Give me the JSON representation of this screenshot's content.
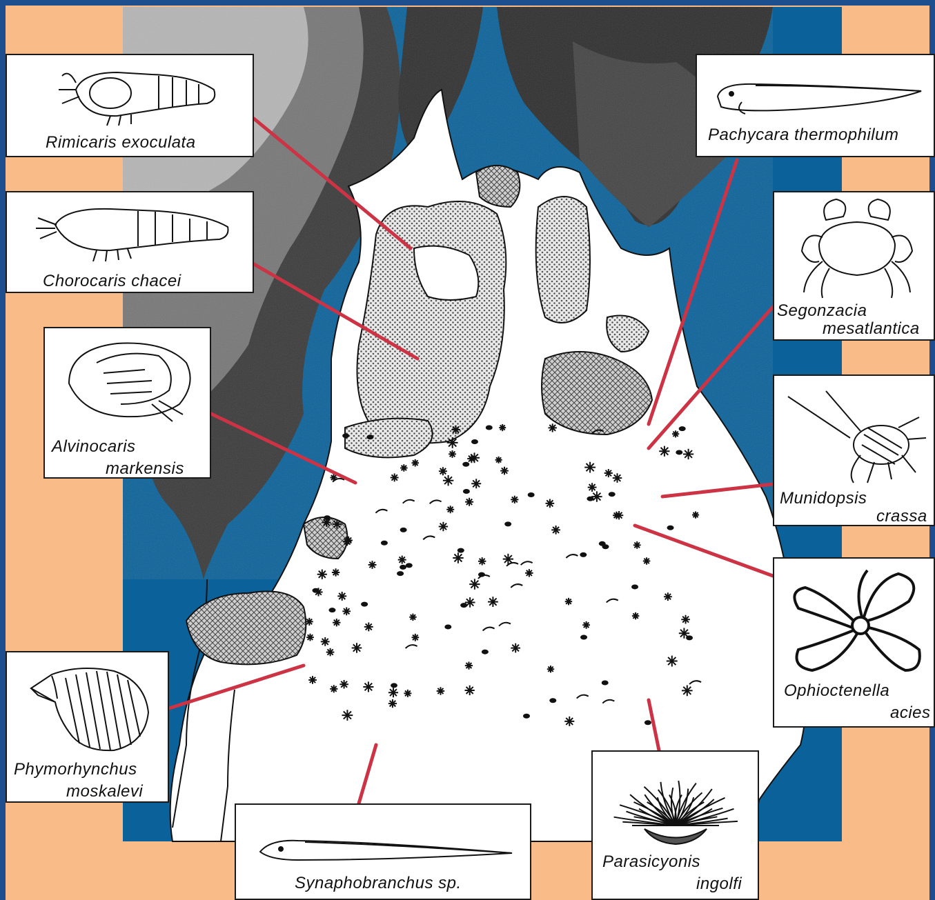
{
  "colors": {
    "frame": "#1d4f8f",
    "peach": "#f9bb87",
    "water": "#0b629a",
    "smoke": "#2a2a2a",
    "pointer": "#cc3344",
    "box_bg": "#ffffff"
  },
  "species": [
    {
      "id": "rimicaris",
      "icon": "shrimp-icon",
      "lines": [
        "Rimicaris exoculata"
      ]
    },
    {
      "id": "chorocaris",
      "icon": "shrimp-icon",
      "lines": [
        "Chorocaris chacei"
      ]
    },
    {
      "id": "alvinocaris",
      "icon": "shrimp-icon",
      "lines": [
        "Alvinocaris",
        "markensis"
      ]
    },
    {
      "id": "phymorhynchus",
      "icon": "snail-shell-icon",
      "lines": [
        "Phymorhynchus",
        "moskalevi"
      ]
    },
    {
      "id": "synaphobranchus",
      "icon": "eel-icon",
      "lines": [
        "Synaphobranchus sp."
      ]
    },
    {
      "id": "parasicyonis",
      "icon": "anemone-icon",
      "lines": [
        "Parasicyonis",
        "ingolfi"
      ]
    },
    {
      "id": "ophioctenella",
      "icon": "brittle-star-icon",
      "lines": [
        "Ophioctenella",
        "acies"
      ]
    },
    {
      "id": "munidopsis",
      "icon": "squat-lobster-icon",
      "lines": [
        "Munidopsis",
        "crassa"
      ]
    },
    {
      "id": "segonzacia",
      "icon": "crab-icon",
      "lines": [
        "Segonzacia",
        "mesatlantica"
      ]
    },
    {
      "id": "pachycara",
      "icon": "fish-icon",
      "lines": [
        "Pachycara thermophilum"
      ]
    }
  ]
}
